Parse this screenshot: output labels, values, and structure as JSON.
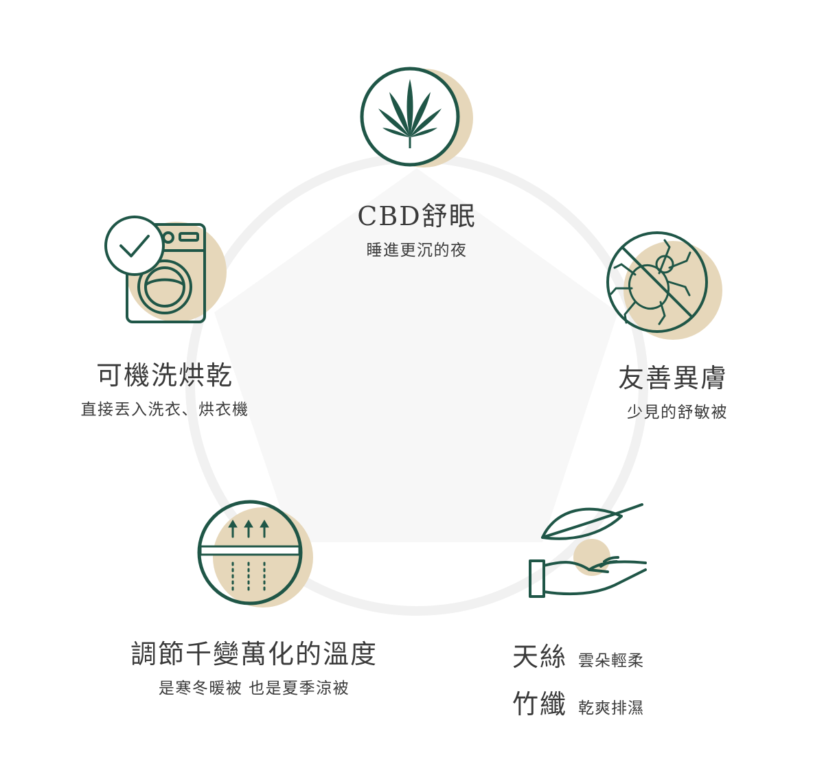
{
  "colors": {
    "primary_green": "#1f5647",
    "beige": "#e6d7ba",
    "background_ring": "#f2f2f2",
    "background_pentagon": "#f7f7f7",
    "text": "#3a3a3a"
  },
  "features": {
    "cbd": {
      "title": "CBD舒眠",
      "subtitle": "睡進更沉的夜",
      "icon": "cannabis-leaf-icon"
    },
    "allergy": {
      "title": "友善異膚",
      "subtitle": "少見的舒敏被",
      "icon": "dust-mite-prohibited-icon"
    },
    "washable": {
      "title": "可機洗烘乾",
      "subtitle": "直接丟入洗衣、烘衣機",
      "icon": "washing-machine-check-icon"
    },
    "temperature": {
      "title": "調節千變萬化的溫度",
      "subtitle": "是寒冬暖被 也是夏季涼被",
      "icon": "breathable-fabric-icon"
    },
    "fiber": {
      "line1_big": "天絲",
      "line1_small": "雲朵輕柔",
      "line2_big": "竹纖",
      "line2_small": "乾爽排濕",
      "icon": "hand-leaf-icon"
    }
  }
}
